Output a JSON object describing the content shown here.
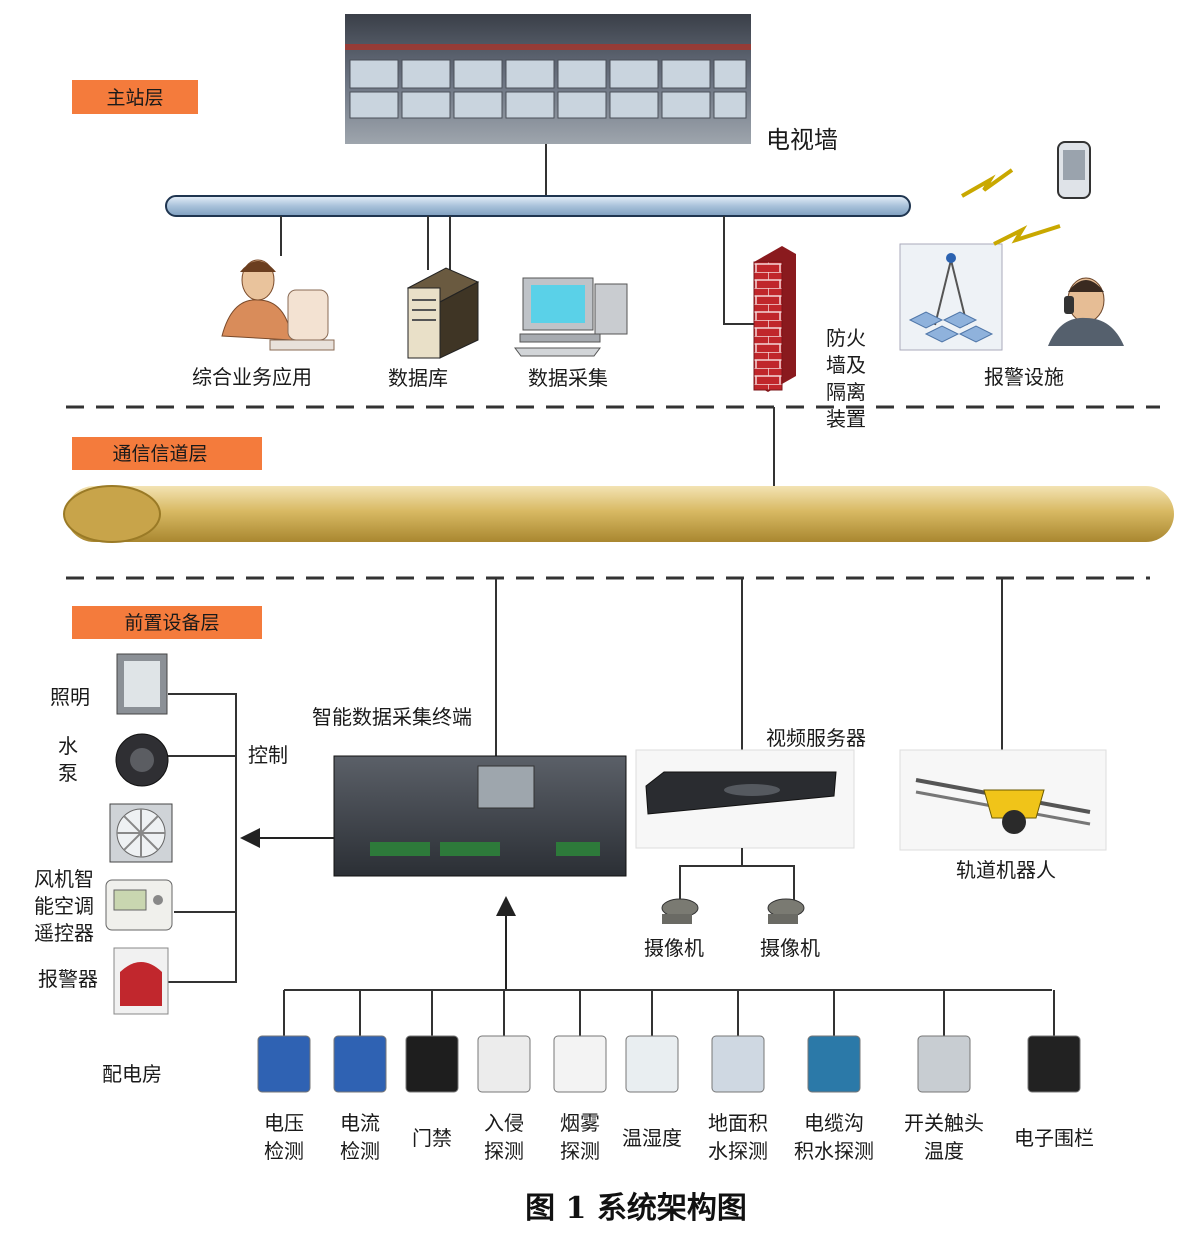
{
  "colors": {
    "layer_tag": "#f47b3c",
    "bus_fill": "#b9cde0",
    "channel_fill": "#d9bd6e",
    "firewall_red": "#c0262b",
    "line": "#333333"
  },
  "layers": {
    "master": "主站层",
    "comm": "通信信道层",
    "front": "前置设备层"
  },
  "master": {
    "tv_wall": "电视墙",
    "business_app": "综合业务应用",
    "database": "数据库",
    "data_collection": "数据采集",
    "firewall": [
      "防火",
      "墙及",
      "隔离",
      "装置"
    ],
    "alarm_facility": "报警设施"
  },
  "front": {
    "terminal": "智能数据采集终端",
    "control": "控制",
    "video_server": "视频服务器",
    "camera_1": "摄像机",
    "camera_2": "摄像机",
    "robot": "轨道机器人",
    "distribution_room": "配电房",
    "outputs": {
      "lighting": "照明",
      "pump": [
        "水",
        "泵"
      ],
      "fan_ac": [
        "风机智",
        "能空调",
        "遥控器"
      ],
      "alarm": "报警器"
    },
    "sensors": [
      [
        "电压",
        "检测"
      ],
      [
        "电流",
        "检测"
      ],
      [
        "门禁"
      ],
      [
        "入侵",
        "探测"
      ],
      [
        "烟雾",
        "探测"
      ],
      [
        "温湿度"
      ],
      [
        "地面积",
        "水探测"
      ],
      [
        "电缆沟",
        "积水探测"
      ],
      [
        "开关触头",
        "温度"
      ],
      [
        "电子围栏"
      ]
    ]
  },
  "caption": "图 1   系统架构图"
}
